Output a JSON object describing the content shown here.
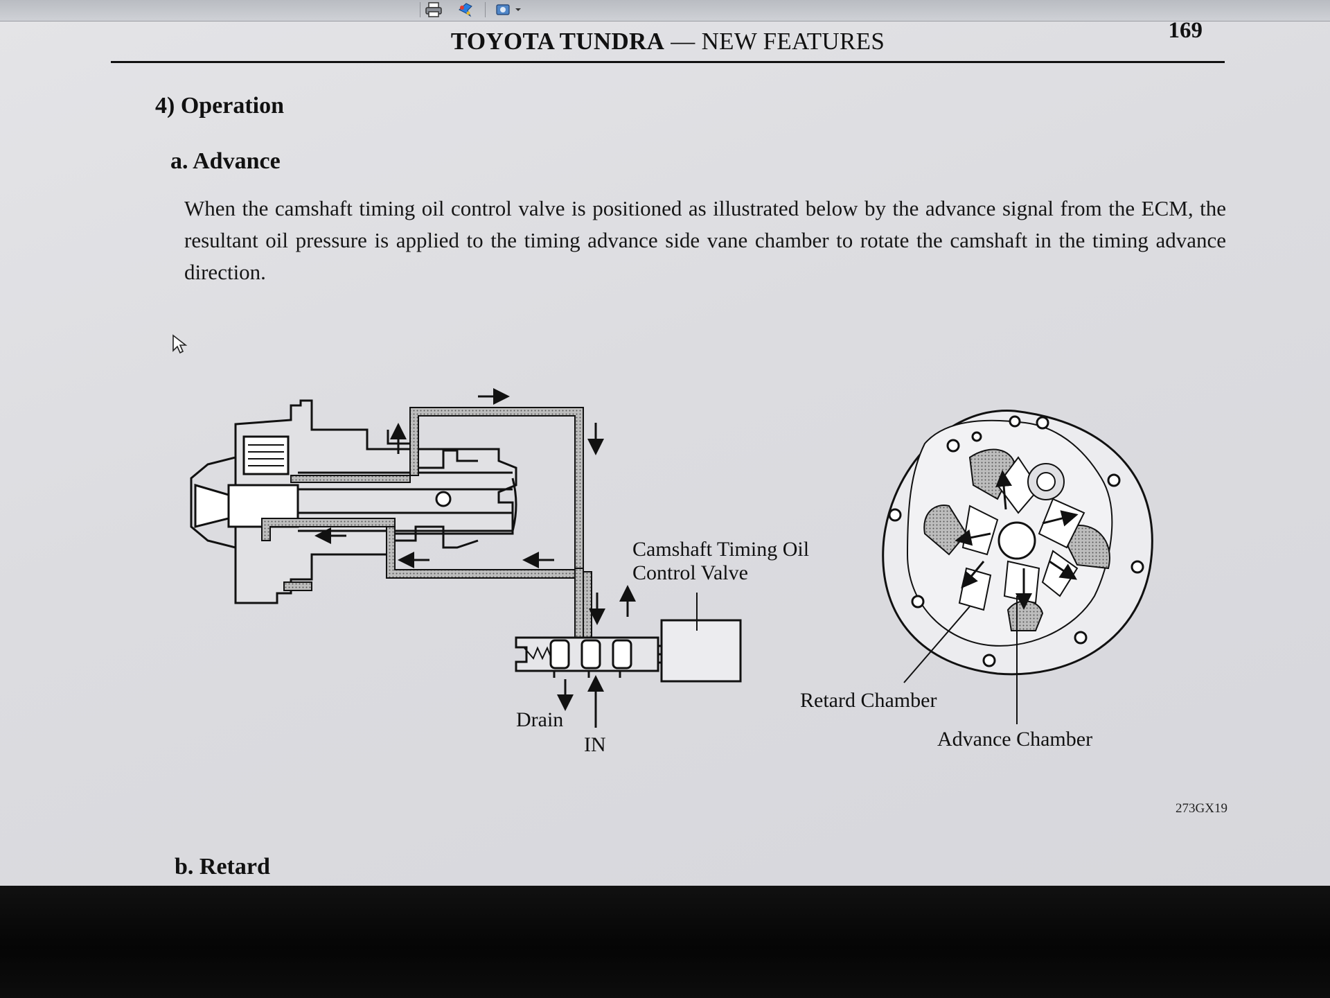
{
  "toolbar": {
    "icons": [
      "printer-icon",
      "pin-icon",
      "share-icon"
    ]
  },
  "header": {
    "title_bold": "TOYOTA TUNDRA",
    "title_rest": " — NEW FEATURES",
    "page_number": "169"
  },
  "section": {
    "heading": "4)  Operation",
    "subsection_a": "a.  Advance",
    "paragraph": "When the camshaft timing oil control valve is positioned as illustrated below by the advance signal from the ECM, the resultant oil pressure is applied to the timing advance side vane chamber to rotate the camshaft in the timing advance direction.",
    "subsection_b": "b.  Retard"
  },
  "diagram": {
    "valve_label_line1": "Camshaft Timing Oil",
    "valve_label_line2": "Control Valve",
    "drain_label": "Drain",
    "in_label": "IN",
    "retard_label": "Retard Chamber",
    "advance_label": "Advance Chamber",
    "figure_code": "273GX19"
  }
}
